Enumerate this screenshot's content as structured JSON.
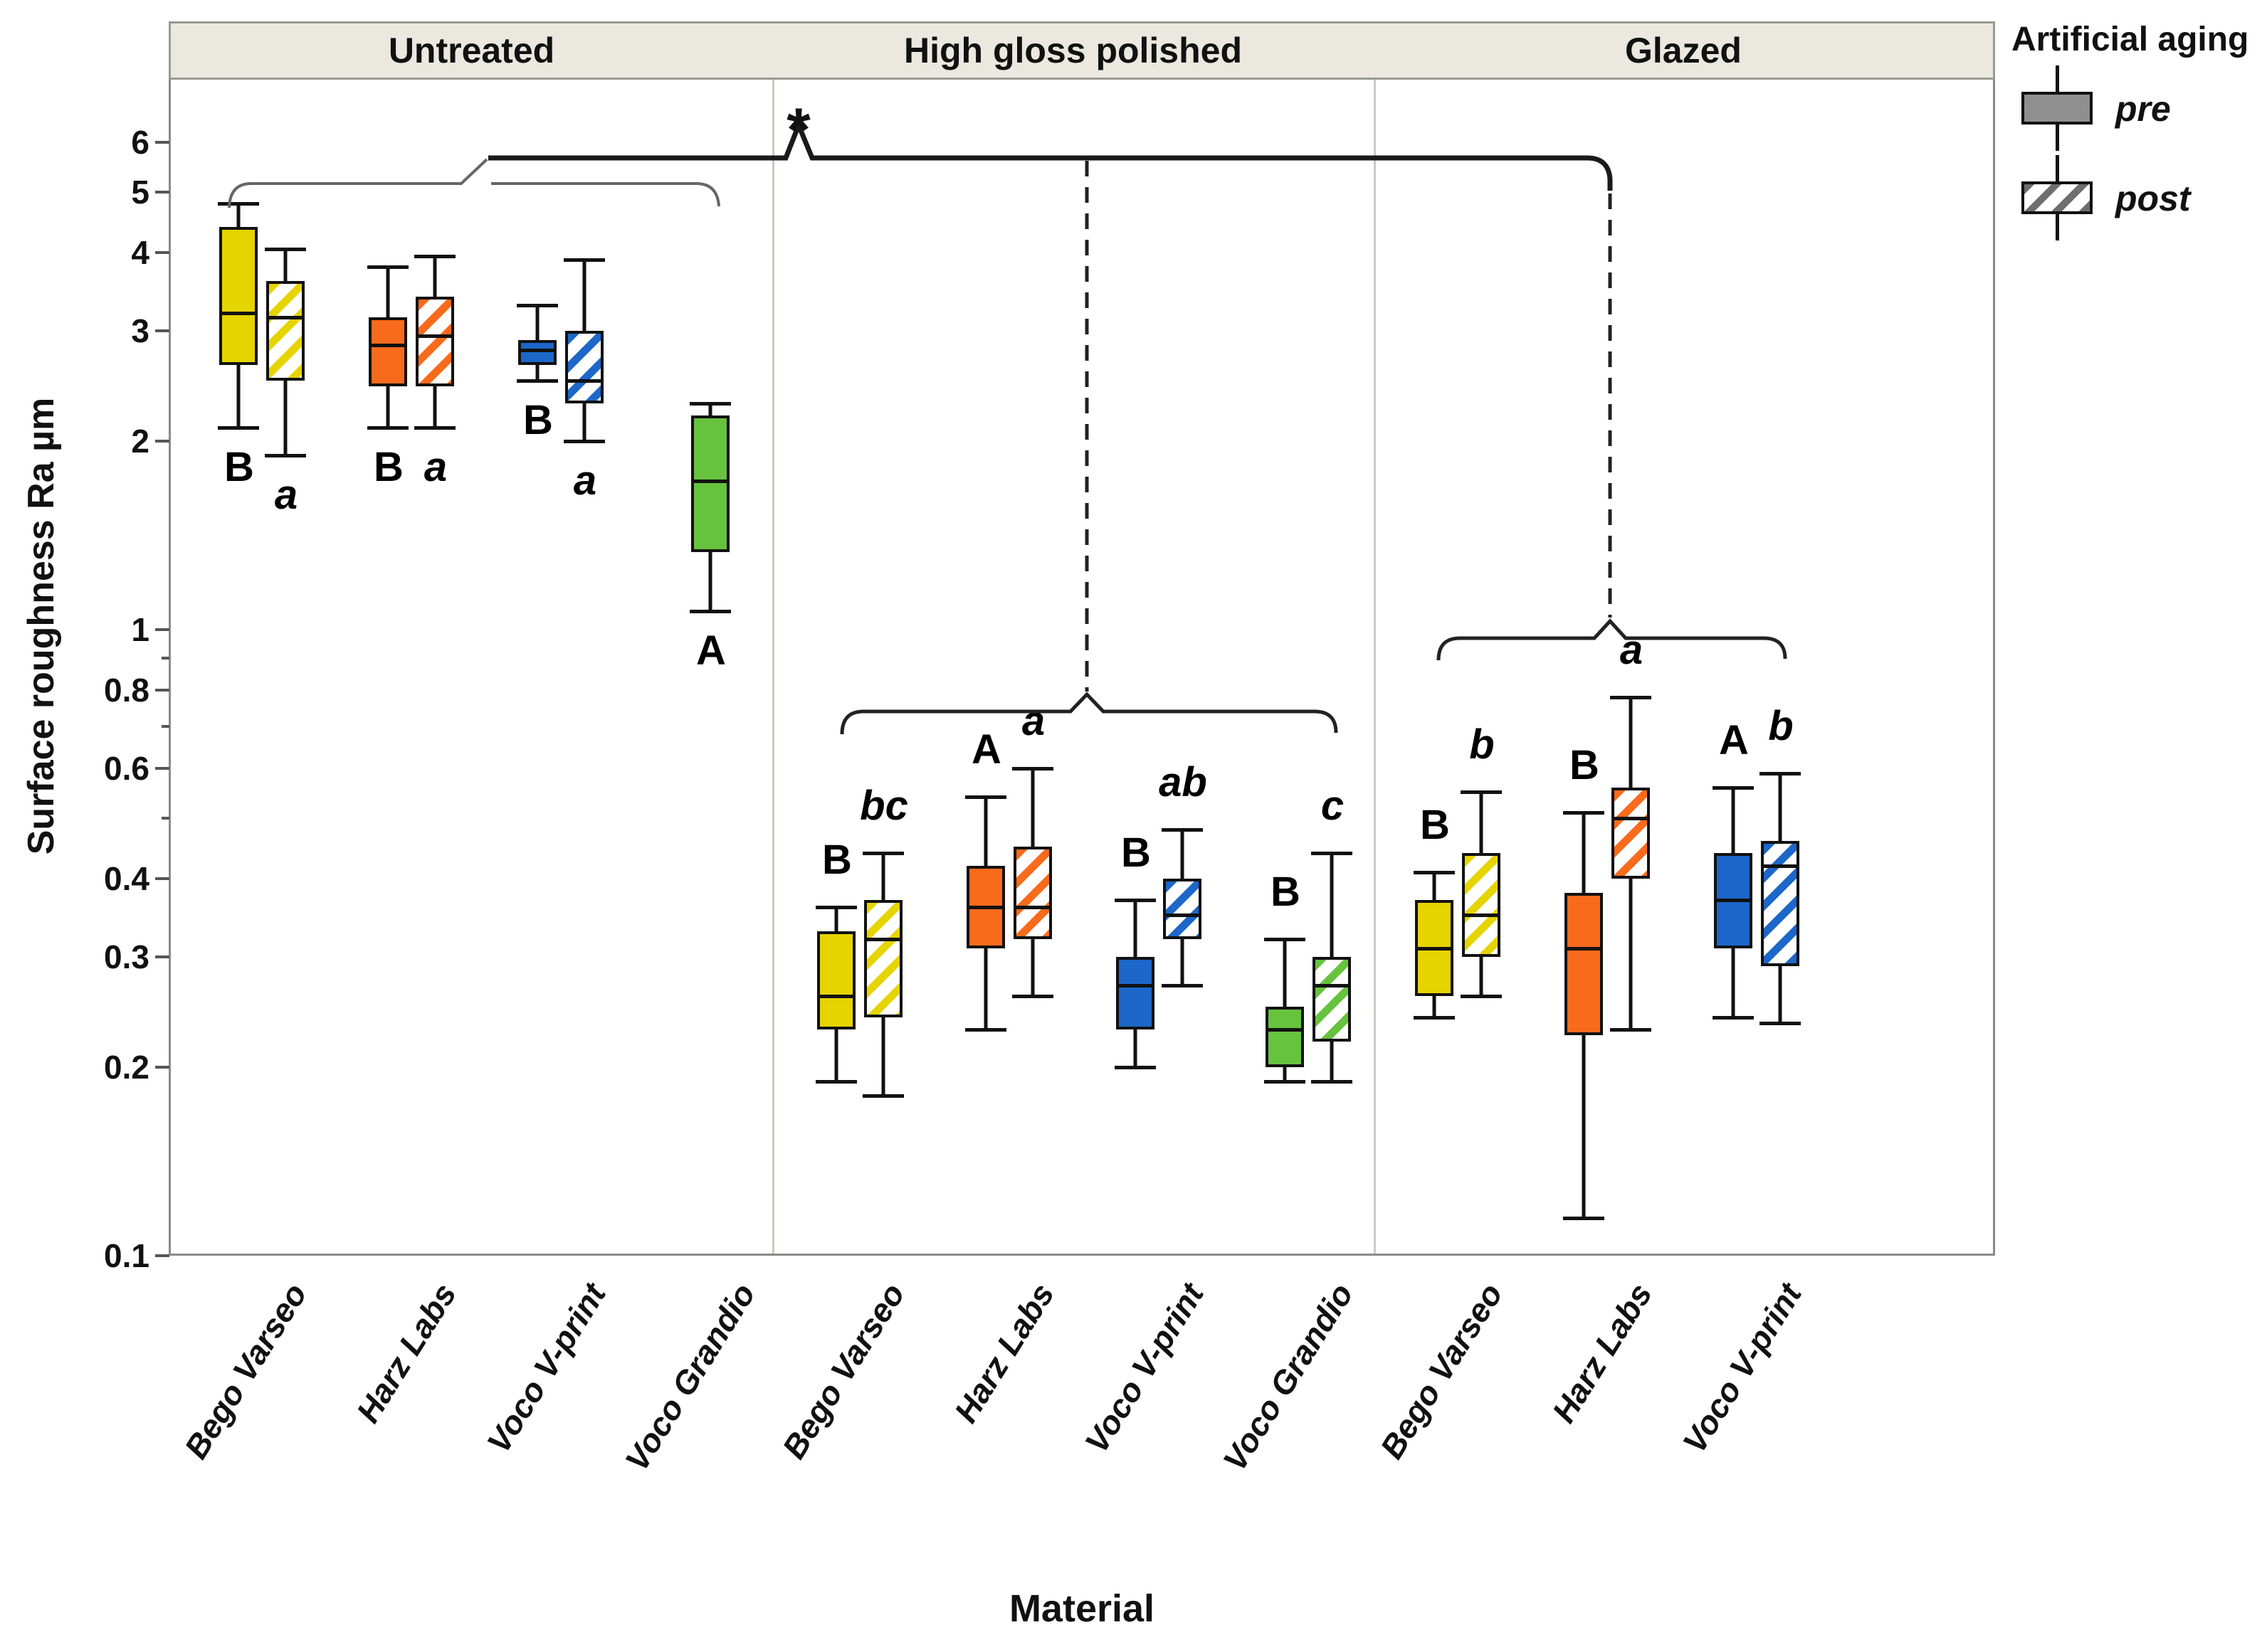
{
  "figure": {
    "y_axis": {
      "label": "Surface roughness Ra µm",
      "ticks": [
        6,
        5,
        4,
        3,
        2,
        1,
        0.8,
        0.6,
        0.4,
        0.3,
        0.2,
        0.1
      ],
      "minor_ticks": [
        0.9,
        0.7,
        0.5
      ],
      "scale": "log",
      "range": [
        0.1,
        6.8
      ]
    },
    "x_axis": {
      "label": "Material"
    },
    "legend": {
      "title": "Artificial aging",
      "pre_label": "pre",
      "post_label": "post",
      "pre_fill": "#8f8f8f",
      "post_hatch_color": "#6e6e6e"
    },
    "significance_marker": "*"
  },
  "chart_data": {
    "type": "boxplot",
    "y_scale": "log",
    "ylabel": "Surface roughness Ra µm",
    "xlabel": "Material",
    "series_legend": [
      "pre",
      "post"
    ],
    "panels": [
      {
        "title": "Untreated",
        "letter_position": "below",
        "groups": [
          {
            "material": "Bego Varseo",
            "color": "#E6D400",
            "pre": {
              "min": 2.1,
              "q1": 2.65,
              "median": 3.2,
              "q3": 4.4,
              "max": 4.8,
              "label": "B"
            },
            "post": {
              "min": 1.9,
              "q1": 2.5,
              "median": 3.15,
              "q3": 3.6,
              "max": 4.05,
              "label": "a"
            }
          },
          {
            "material": "Harz Labs",
            "color": "#F96B1C",
            "pre": {
              "min": 2.1,
              "q1": 2.45,
              "median": 2.85,
              "q3": 3.15,
              "max": 3.8,
              "label": "B"
            },
            "post": {
              "min": 2.1,
              "q1": 2.45,
              "median": 2.95,
              "q3": 3.4,
              "max": 3.95,
              "label": "a"
            }
          },
          {
            "material": "Voco V-print",
            "color": "#1C67C9",
            "pre": {
              "min": 2.5,
              "q1": 2.65,
              "median": 2.8,
              "q3": 2.9,
              "max": 3.3,
              "label": "B"
            },
            "post": {
              "min": 2.0,
              "q1": 2.3,
              "median": 2.5,
              "q3": 3.0,
              "max": 3.9,
              "label": "a"
            }
          },
          {
            "material": "Voco Grandio",
            "color": "#67C23E",
            "pre": {
              "min": 1.07,
              "q1": 1.33,
              "median": 1.73,
              "q3": 2.2,
              "max": 2.3,
              "label": "A"
            },
            "post": null
          }
        ]
      },
      {
        "title": "High gloss polished",
        "letter_position": "above",
        "groups": [
          {
            "material": "Bego Varseo",
            "color": "#E6D400",
            "pre": {
              "min": 0.19,
              "q1": 0.23,
              "median": 0.26,
              "q3": 0.33,
              "max": 0.36,
              "label": "B"
            },
            "post": {
              "min": 0.18,
              "q1": 0.24,
              "median": 0.32,
              "q3": 0.37,
              "max": 0.44,
              "label": "bc"
            }
          },
          {
            "material": "Harz Labs",
            "color": "#F96B1C",
            "pre": {
              "min": 0.23,
              "q1": 0.31,
              "median": 0.36,
              "q3": 0.42,
              "max": 0.54,
              "label": "A"
            },
            "post": {
              "min": 0.26,
              "q1": 0.32,
              "median": 0.36,
              "q3": 0.45,
              "max": 0.6,
              "label": "a"
            }
          },
          {
            "material": "Voco V-print",
            "color": "#1C67C9",
            "pre": {
              "min": 0.2,
              "q1": 0.23,
              "median": 0.27,
              "q3": 0.3,
              "max": 0.37,
              "label": "B"
            },
            "post": {
              "min": 0.27,
              "q1": 0.32,
              "median": 0.35,
              "q3": 0.4,
              "max": 0.48,
              "label": "ab"
            }
          },
          {
            "material": "Voco Grandio",
            "color": "#67C23E",
            "pre": {
              "min": 0.19,
              "q1": 0.2,
              "median": 0.23,
              "q3": 0.25,
              "max": 0.32,
              "label": "B"
            },
            "post": {
              "min": 0.19,
              "q1": 0.22,
              "median": 0.27,
              "q3": 0.3,
              "max": 0.44,
              "label": "c"
            }
          }
        ]
      },
      {
        "title": "Glazed",
        "letter_position": "above",
        "groups": [
          {
            "material": "Bego Varseo",
            "color": "#E6D400",
            "pre": {
              "min": 0.24,
              "q1": 0.26,
              "median": 0.31,
              "q3": 0.37,
              "max": 0.41,
              "label": "B"
            },
            "post": {
              "min": 0.26,
              "q1": 0.3,
              "median": 0.35,
              "q3": 0.44,
              "max": 0.55,
              "label": "b"
            }
          },
          {
            "material": "Harz Labs",
            "color": "#F96B1C",
            "pre": {
              "min": 0.115,
              "q1": 0.225,
              "median": 0.31,
              "q3": 0.38,
              "max": 0.51,
              "label": "B"
            },
            "post": {
              "min": 0.23,
              "q1": 0.4,
              "median": 0.5,
              "q3": 0.56,
              "max": 0.78,
              "label": "a"
            }
          },
          {
            "material": "Voco V-print",
            "color": "#1C67C9",
            "pre": {
              "min": 0.24,
              "q1": 0.31,
              "median": 0.37,
              "q3": 0.44,
              "max": 0.56,
              "label": "A"
            },
            "post": {
              "min": 0.235,
              "q1": 0.29,
              "median": 0.42,
              "q3": 0.46,
              "max": 0.59,
              "label": "b"
            }
          }
        ]
      }
    ],
    "significance": {
      "asterisk": "*",
      "brackets": [
        {
          "id": "untreated-panel",
          "style": "thin-gray",
          "spans": "all Untreated groups"
        },
        {
          "id": "main-comparison",
          "style": "solid-bold",
          "marker": "*",
          "spans": "Untreated vs High gloss polished vs Glazed"
        },
        {
          "id": "hgp-panel",
          "style": "solid",
          "connector": "dashed",
          "spans": "all High gloss polished groups"
        },
        {
          "id": "glazed-panel",
          "style": "solid",
          "connector": "dashed",
          "spans": "all Glazed groups"
        }
      ]
    }
  }
}
